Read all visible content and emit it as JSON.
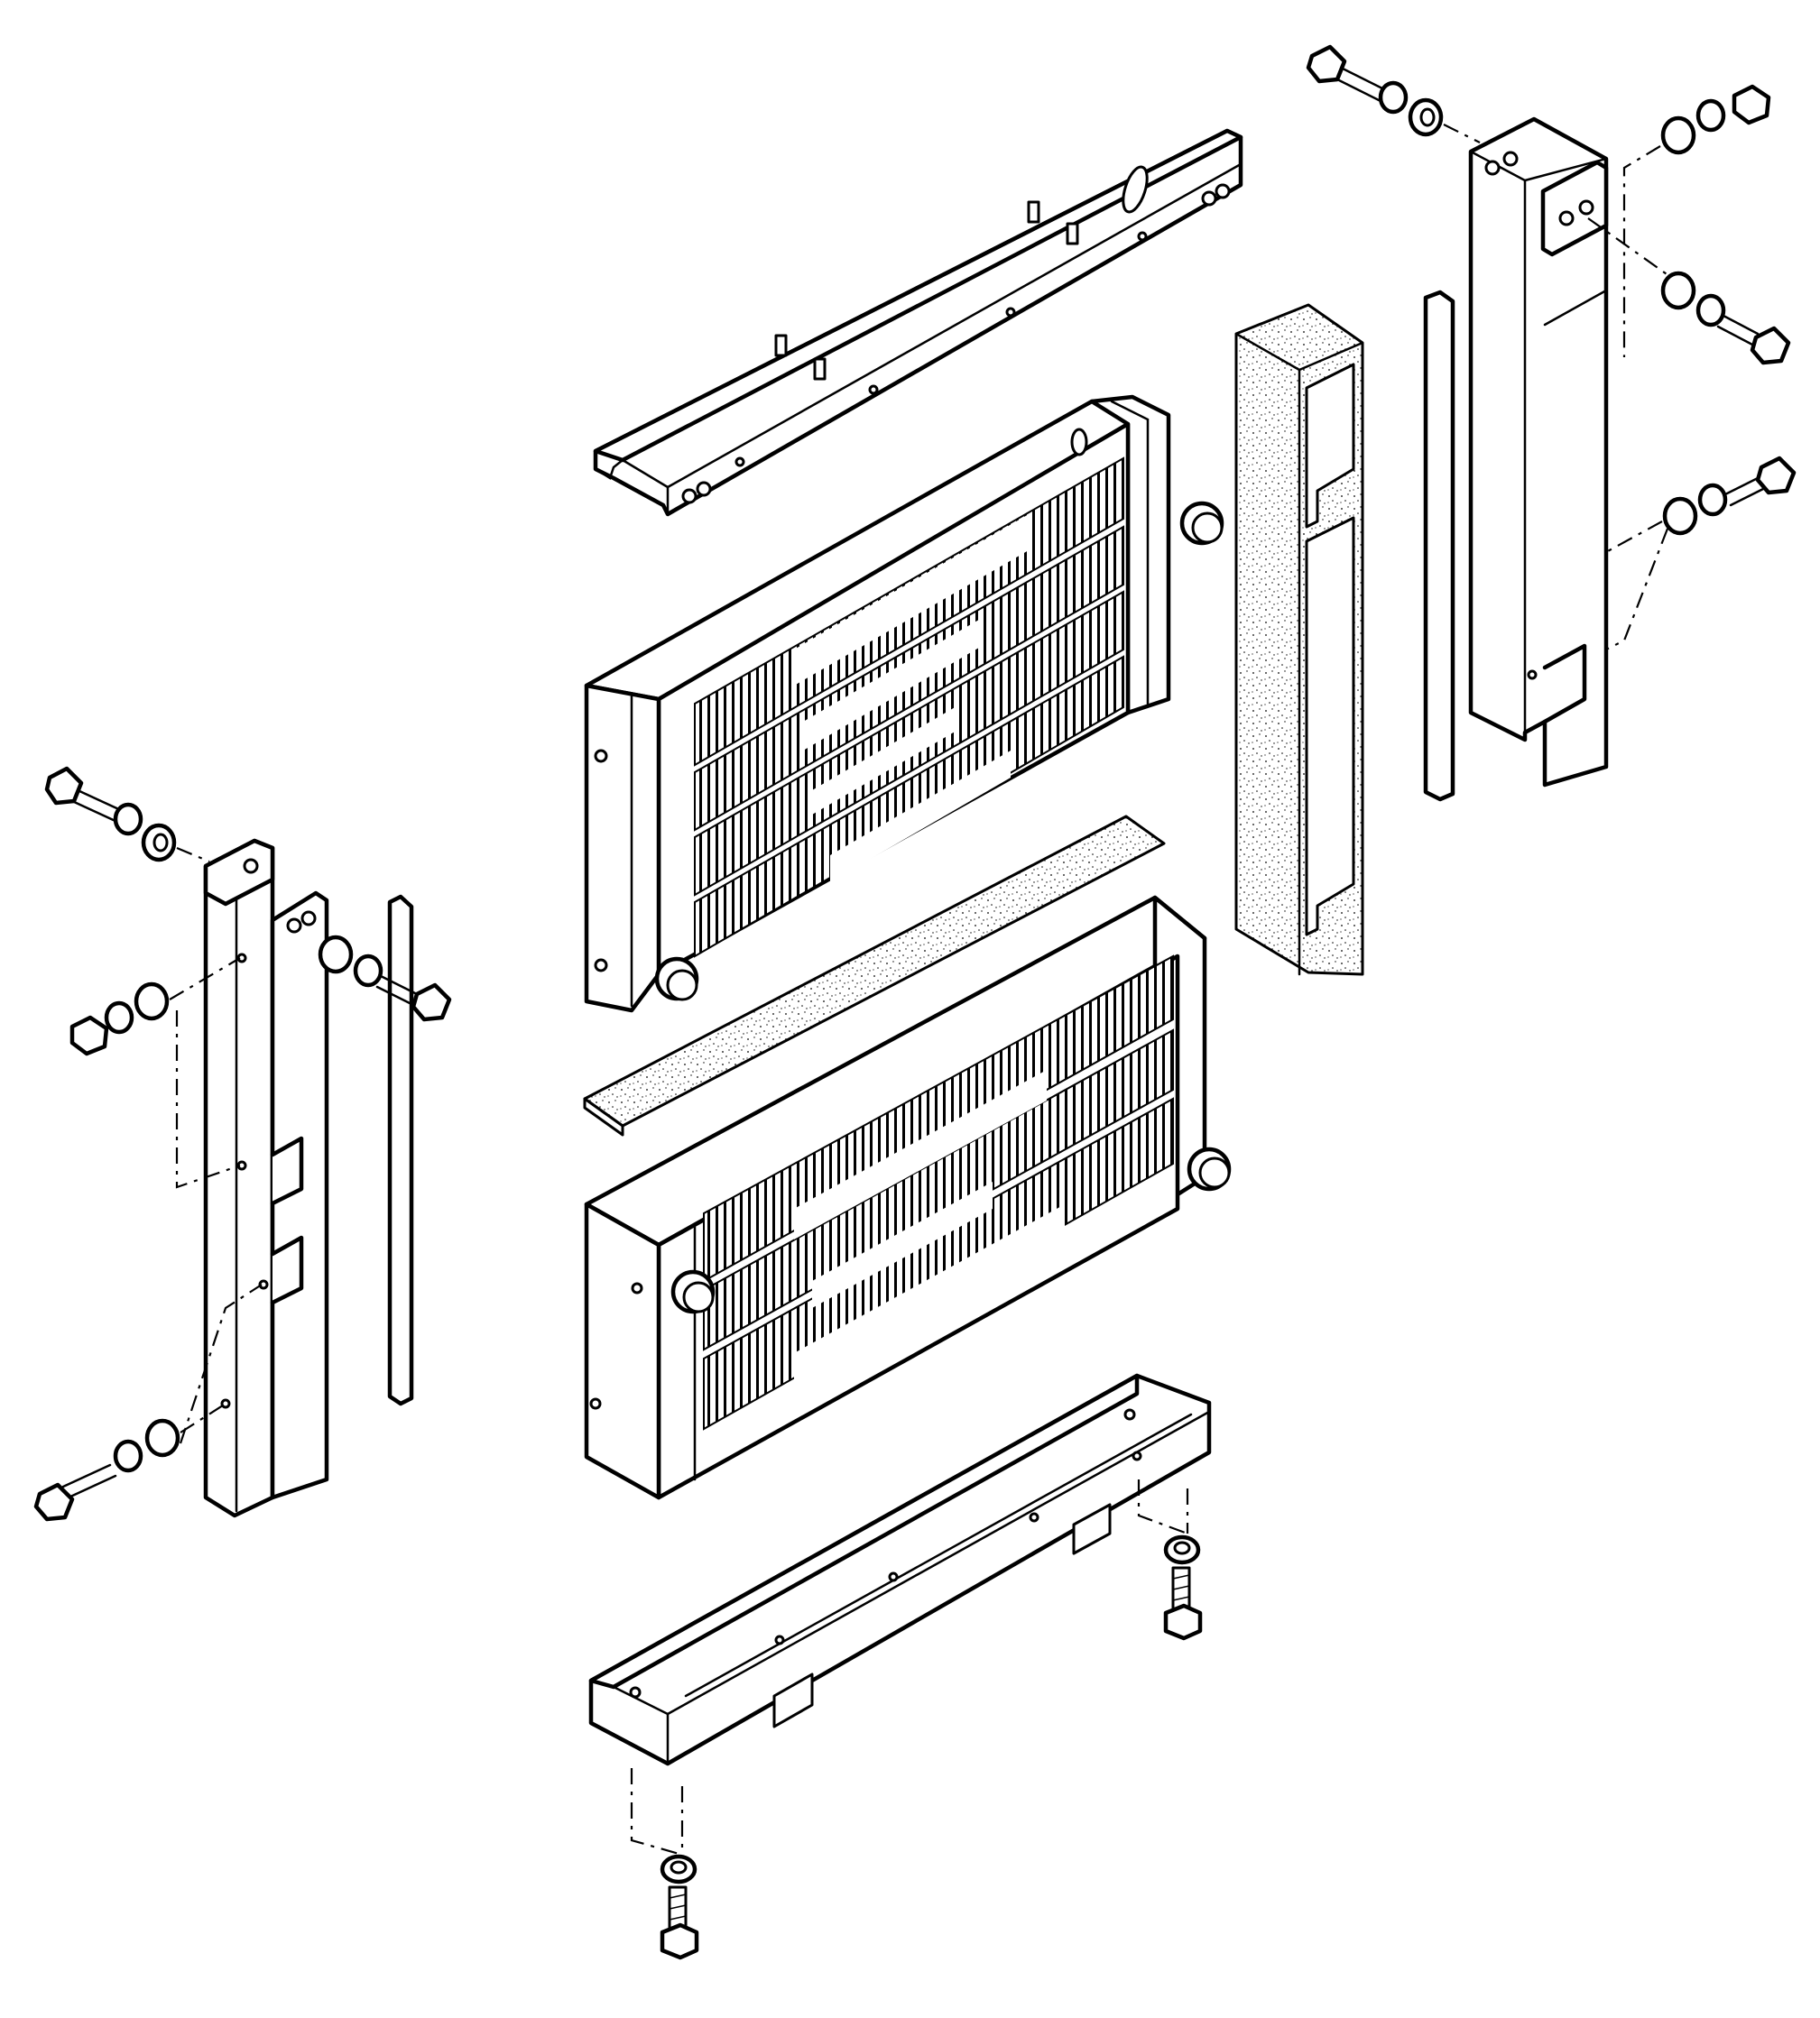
{
  "figure": {
    "kind": "exploded assembly line drawing",
    "colors": {
      "ink": "#000000",
      "paper": "#ffffff"
    },
    "parts": [
      "top-channel-rail",
      "upper-radiator-core",
      "foam-strip",
      "lower-radiator-core",
      "bottom-channel-rail",
      "left-side-bracket",
      "left-edge-strip",
      "right-foam-block",
      "right-edge-strip",
      "right-side-bracket",
      "hex-bolts",
      "washers",
      "hex-nuts"
    ]
  }
}
